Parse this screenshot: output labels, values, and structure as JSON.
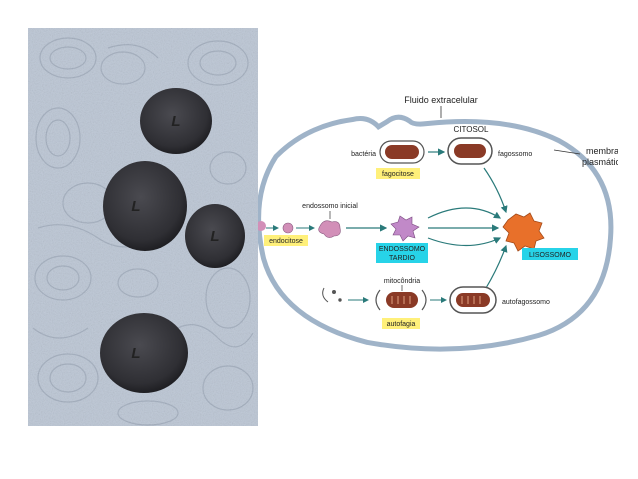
{
  "micrograph": {
    "organelle_label": "L",
    "organelle_count": 4
  },
  "diagram": {
    "extracellular_label": "Fluido extracelular",
    "cytosol_label": "CITOSOL",
    "membrane_label_line1": "membrana",
    "membrane_label_line2": "plasmática",
    "bacteria_label": "bactéria",
    "phagosome_label": "fagossomo",
    "phagocytosis_tag": "fagocitose",
    "early_endosome_label": "endossomo inicial",
    "endocytosis_tag": "endocitose",
    "late_endosome_line1": "ENDOSSOMO",
    "late_endosome_line2": "TARDIO",
    "lysosome_tag": "LISOSSOMO",
    "mitochondria_label": "mitocôndria",
    "autophagy_tag": "autofagia",
    "autophagosome_label": "autofagossomo"
  },
  "colors": {
    "membrane_fill": "#dbe9f5",
    "membrane_stroke": "#9fb3c8",
    "cytosol": "#ffffff",
    "yellow_tag": "#fff07a",
    "cyan_tag": "#27d3e8",
    "lysosome": "#e8702a",
    "organelle_dark": "#3b3b3f",
    "vesicle_brown": "#8a3a26"
  }
}
